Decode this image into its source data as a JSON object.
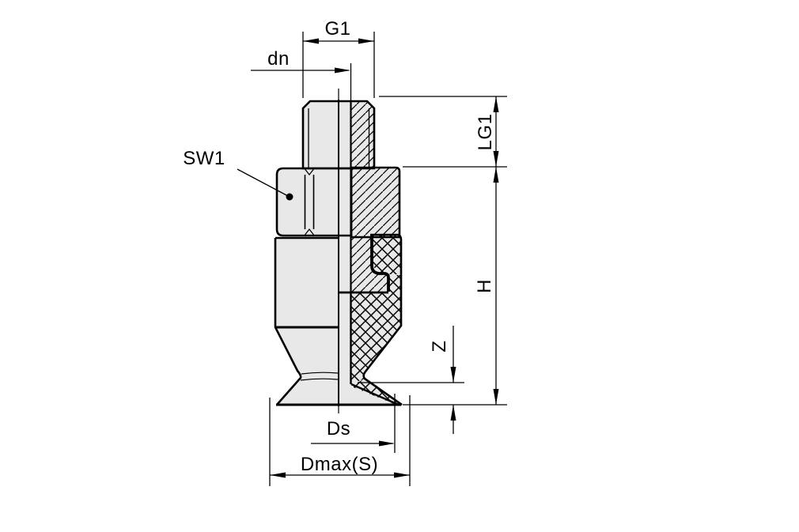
{
  "drawing": {
    "labels": {
      "g1": "G1",
      "dn": "dn",
      "sw1": "SW1",
      "lg1": "LG1",
      "h": "H",
      "z": "Z",
      "ds": "Ds",
      "dmax": "Dmax(S)"
    },
    "colors": {
      "background": "#ffffff",
      "body_fill": "#e8e8e8",
      "line": "#000000"
    }
  }
}
